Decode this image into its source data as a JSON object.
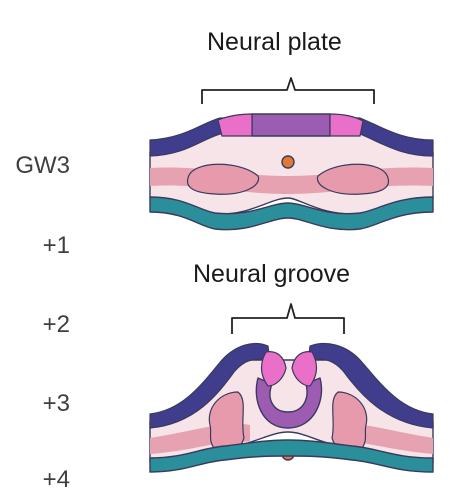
{
  "stages": {
    "gw3": "GW3",
    "plus1": "+1",
    "plus2": "+2",
    "plus3": "+3",
    "plus4": "+4"
  },
  "titles": {
    "neural_plate": "Neural plate",
    "neural_groove": "Neural groove"
  },
  "colors": {
    "neuroectoderm": "#3f3d8c",
    "neural_plate_center": "#9b5cb2",
    "neural_border": "#e96fc8",
    "mesoderm_fill": "#f7e4e9",
    "mesoderm_stripe": "#e7a2b2",
    "somite": "#e89aad",
    "notochord": "#e07a30",
    "endoderm": "#2a8f9a",
    "outline": "#3a3a5e"
  }
}
